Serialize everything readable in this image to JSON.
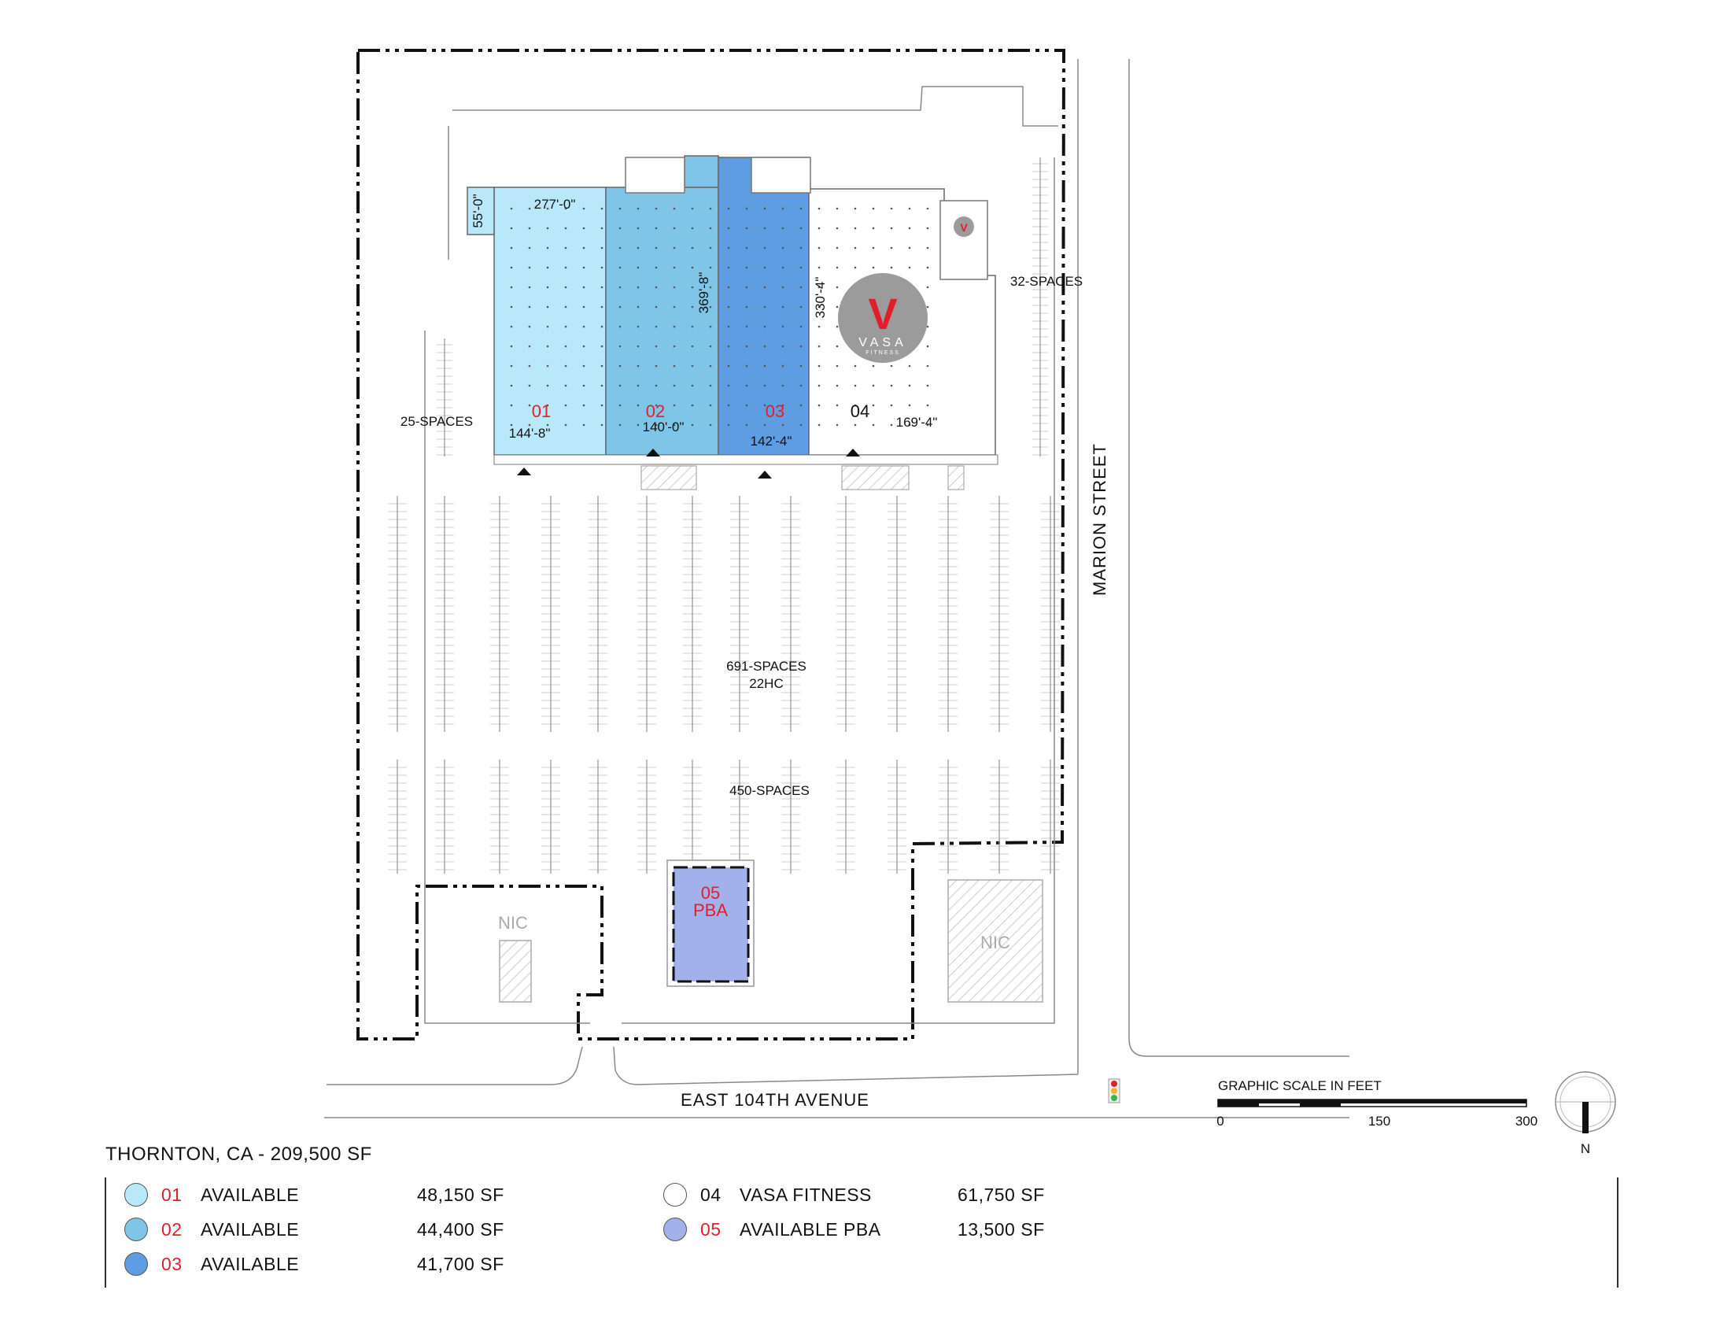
{
  "colors": {
    "suite_01": "#b9e8fa",
    "suite_02": "#7ec5e8",
    "suite_03": "#5f9de3",
    "suite_04": "#ffffff",
    "suite_05": "#a3b1ea",
    "accent_red": "#e01f2b",
    "line": "#555555"
  },
  "building": {
    "dims": {
      "width_total": "277'-0\"",
      "depth_left": "55'-0\"",
      "depth_03": "369'-8\"",
      "depth_04": "330'-4\"",
      "front_01": "144'-8\"",
      "front_02": "140'-0\"",
      "front_03": "142'-4\"",
      "front_04": "169'-4\""
    },
    "suite_labels": [
      "01",
      "02",
      "03",
      "04"
    ]
  },
  "logo": {
    "letter": "V",
    "name": "VASA",
    "tagline": "FITNESS"
  },
  "parking": {
    "west": "25-SPACES",
    "east": "32-SPACES",
    "main": "691-SPACES",
    "main_hc": "22HC",
    "south": "450-SPACES"
  },
  "pad": {
    "id": "05",
    "type": "PBA"
  },
  "nic_label": "NIC",
  "streets": {
    "east": "MARION STREET",
    "south": "EAST 104TH AVENUE"
  },
  "scale": {
    "title": "GRAPHIC SCALE IN FEET",
    "ticks": [
      "0",
      "150",
      "300"
    ]
  },
  "north": "N",
  "site_title": "THORNTON, CA - 209,500 SF",
  "legend": [
    {
      "id": "01",
      "label": "AVAILABLE",
      "area": "48,150 SF",
      "color": "#b9e8fa"
    },
    {
      "id": "02",
      "label": "AVAILABLE",
      "area": "44,400 SF",
      "color": "#7ec5e8"
    },
    {
      "id": "03",
      "label": "AVAILABLE",
      "area": "41,700 SF",
      "color": "#5f9de3"
    },
    {
      "id": "04",
      "label": "VASA FITNESS",
      "area": "61,750 SF",
      "color": "#ffffff"
    },
    {
      "id": "05",
      "label": "AVAILABLE PBA",
      "area": "13,500 SF",
      "color": "#a3b1ea"
    }
  ]
}
